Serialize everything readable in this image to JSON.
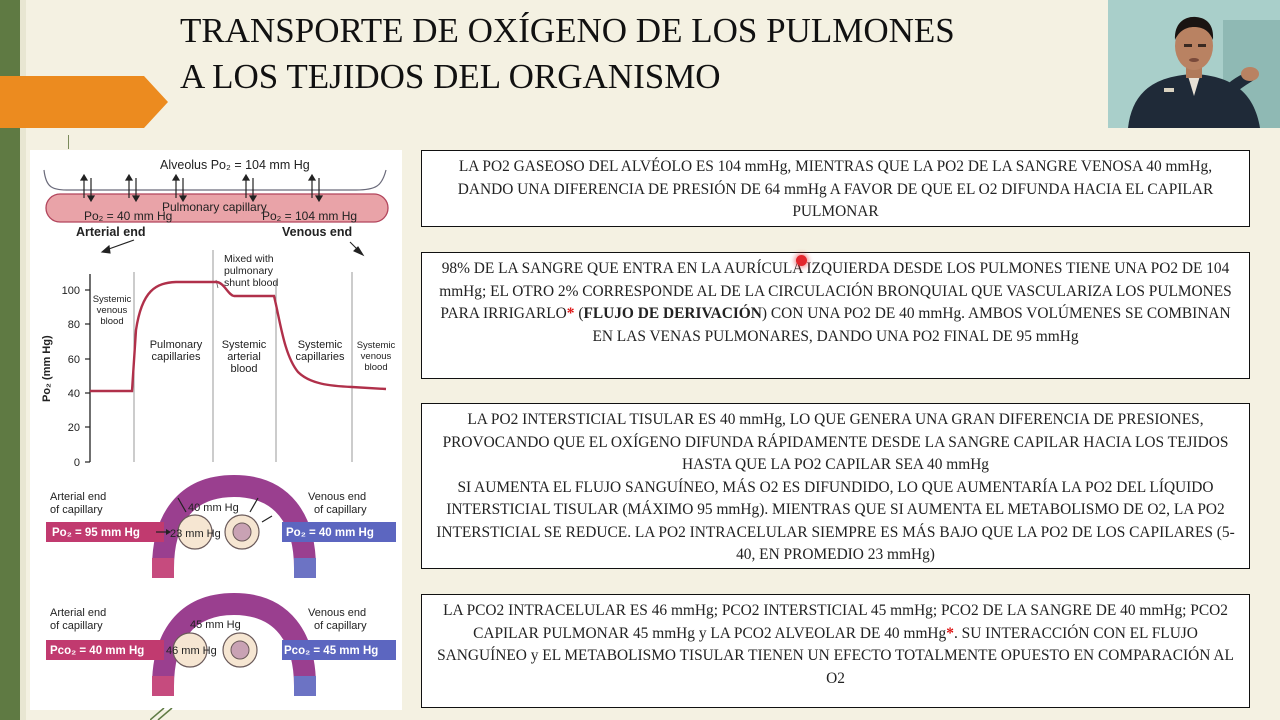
{
  "slide": {
    "title_line1": "TRANSPORTE DE OXÍGENO DE LOS PULMONES",
    "title_line2": "A LOS TEJIDOS DEL ORGANISMO"
  },
  "figure": {
    "alveolus_label": "Alveolus Po₂ = 104 mm Hg",
    "capillary_label": "Pulmonary capillary",
    "cap_left_po2": "Po₂ = 40 mm Hg",
    "cap_right_po2": "Po₂ = 104 mm Hg",
    "arterial_end": "Arterial end",
    "venous_end": "Venous end",
    "mixed_label": [
      "Mixed with",
      "pulmonary",
      "shunt blood"
    ],
    "y_axis_label": "Po₂ (mm Hg)",
    "y_ticks": [
      "100",
      "80",
      "60",
      "40",
      "20",
      "0"
    ],
    "regions": {
      "systemic_venous_left": [
        "Systemic",
        "venous",
        "blood"
      ],
      "pulmonary_capillaries": [
        "Pulmonary",
        "capillaries"
      ],
      "systemic_arterial": [
        "Systemic",
        "arterial",
        "blood"
      ],
      "systemic_capillaries": [
        "Systemic",
        "capillaries"
      ],
      "systemic_venous_right": [
        "Systemic",
        "venous",
        "blood"
      ]
    },
    "panel_o2": {
      "arterial_end": [
        "Arterial end",
        "of capillary"
      ],
      "venous_end": [
        "Venous end",
        "of capillary"
      ],
      "left_value": "Po₂ = 95 mm Hg",
      "right_value": "Po₂ = 40 mm Hg",
      "interstitial": "40 mm Hg",
      "intracellular": "23 mm Hg"
    },
    "panel_co2": {
      "arterial_end": [
        "Arterial end",
        "of capillary"
      ],
      "venous_end": [
        "Venous end",
        "of capillary"
      ],
      "left_value": "Pco₂ = 40 mm Hg",
      "right_value": "Pco₂ = 45 mm Hg",
      "interstitial": "45 mm Hg",
      "intracellular": "46 mm Hg"
    }
  },
  "boxes": {
    "box1": "LA PO2 GASEOSO DEL ALVÉOLO ES 104 mmHg, MIENTRAS QUE LA PO2 DE LA SANGRE VENOSA 40 mmHg, DANDO UNA DIFERENCIA DE PRESIÓN DE 64 mmHg A FAVOR DE QUE EL O2 DIFUNDA HACIA EL CAPILAR PULMONAR",
    "box2_part1": "98% DE LA SANGRE QUE ENTRA EN LA AURÍCULA IZQUIERDA DESDE LOS PULMONES TIENE UNA PO2 DE 104 mmHg; EL OTRO 2% CORRESPONDE AL DE LA CIRCULACIÓN BRONQUIAL QUE VASCULARIZA LOS PULMONES PARA IRRIGARLO",
    "box2_star": "*",
    "box2_open": " (",
    "box2_bold": "FLUJO DE DERIVACIÓN",
    "box2_part2": ") CON UNA PO2 DE 40 mmHg. AMBOS VOLÚMENES SE COMBINAN EN LAS VENAS PULMONARES, DANDO UNA PO2 FINAL DE 95 mmHg",
    "box3_para1": "LA PO2 INTERSTICIAL TISULAR ES 40 mmHg, LO QUE GENERA UNA GRAN DIFERENCIA DE PRESIONES, PROVOCANDO QUE EL OXÍGENO DIFUNDA RÁPIDAMENTE DESDE LA SANGRE CAPILAR HACIA LOS TEJIDOS HASTA QUE LA PO2 CAPILAR SEA 40 mmHg",
    "box3_para2": "SI AUMENTA EL FLUJO SANGUÍNEO, MÁS O2 ES DIFUNDIDO, LO QUE AUMENTARÍA LA PO2 DEL LÍQUIDO INTERSTICIAL TISULAR (MÁXIMO 95 mmHg). MIENTRAS QUE SI AUMENTA EL METABOLISMO DE O2, LA PO2 INTERSTICIAL SE REDUCE. LA PO2 INTRACELULAR SIEMPRE ES MÁS BAJO QUE LA PO2 DE LOS CAPILARES (5-40, EN PROMEDIO 23 mmHg)",
    "box4_part1": "LA PCO2 INTRACELULAR ES 46 mmHg; PCO2 INTERSTICIAL 45 mmHg; PCO2 DE LA SANGRE DE 40 mmHg; PCO2 CAPILAR PULMONAR 45 mmHg y LA PCO2 ALVEOLAR DE 40 mmHg",
    "box4_star": "*",
    "box4_part2": ". SU INTERACCIÓN CON EL FLUJO SANGUÍNEO y EL METABOLISMO TISULAR TIENEN UN EFECTO TOTALMENTE OPUESTO EN COMPARACIÓN AL O2"
  },
  "colors": {
    "accent_orange": "#ec8b1f",
    "strip_green": "#5f7a43",
    "capillary_pink": "#e9a3a8",
    "capillary_stroke": "#b2455c",
    "curve_red": "#b0304a",
    "vessel_purple": "#9a3f8f",
    "vessel_pink": "#c64b7e",
    "vessel_blue": "#6c73c4",
    "label_pink": "#c13a6f",
    "label_blue": "#5c66c0",
    "pointer_red": "#e3262d"
  }
}
